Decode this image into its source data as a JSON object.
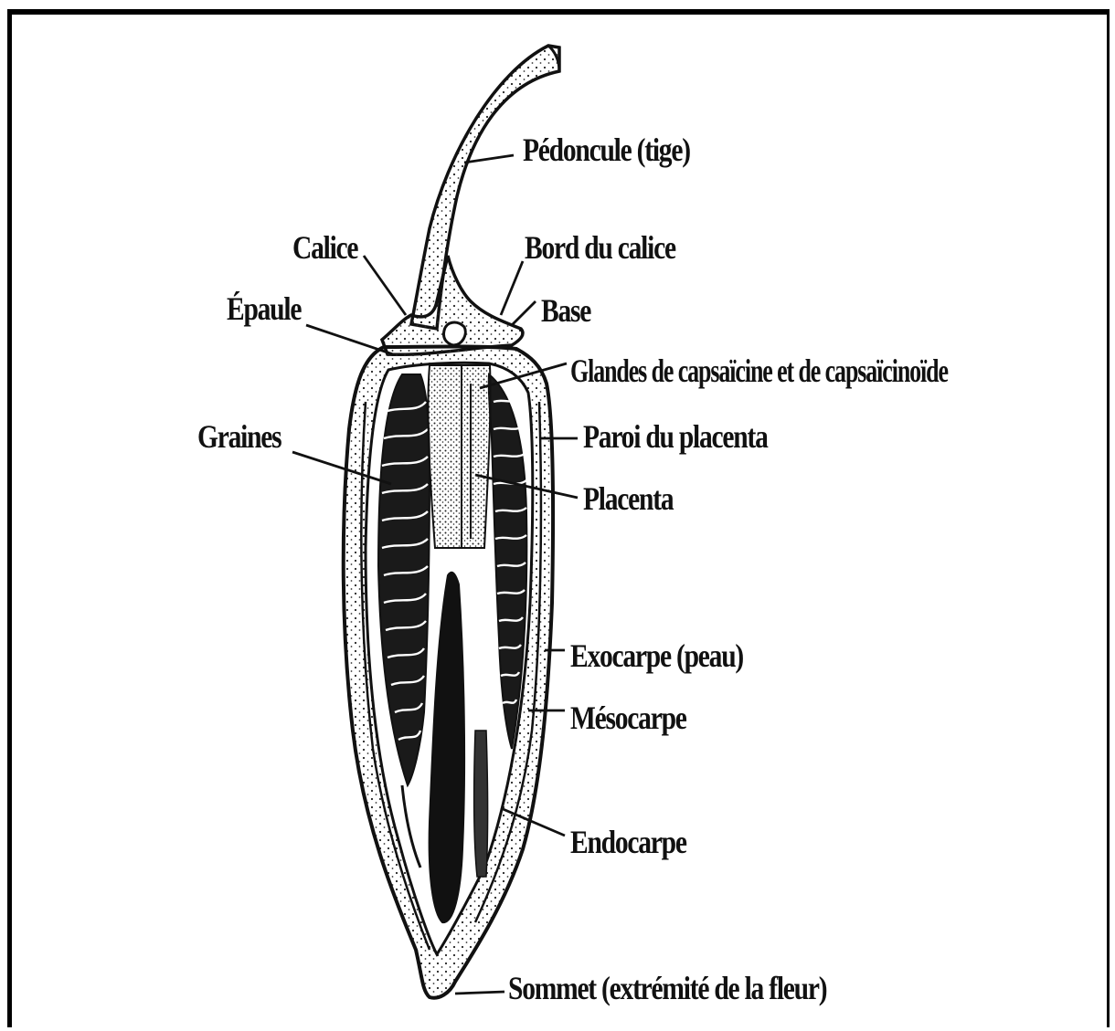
{
  "colors": {
    "ink": "#111111",
    "background": "#ffffff",
    "frame": "#000000"
  },
  "labels": {
    "pedoncule": "Pédoncule (tige)",
    "calice": "Calice",
    "bord_calice": "Bord du calice",
    "epaule": "Épaule",
    "base": "Base",
    "glandes": "Glandes de capsaïcine et de capsaïcinoïde",
    "graines": "Graines",
    "paroi_placenta": "Paroi du placenta",
    "placenta": "Placenta",
    "exocarpe": "Exocarpe (peau)",
    "mesocarpe": "Mésocarpe",
    "endocarpe": "Endocarpe",
    "sommet": "Sommet (extrémité de la fleur)"
  }
}
